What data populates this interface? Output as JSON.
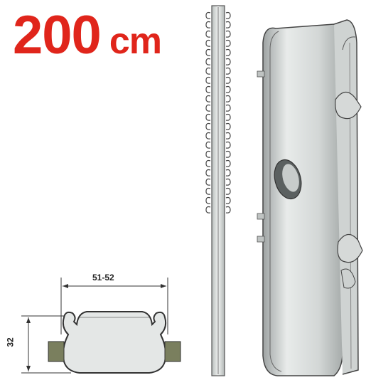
{
  "title": {
    "value": "200",
    "unit": "cm"
  },
  "dimensions": {
    "width": "51-52",
    "height": "32"
  },
  "colors": {
    "accent": "#e0251b",
    "metal": "#c9cccc",
    "line": "#3a3a3a"
  }
}
